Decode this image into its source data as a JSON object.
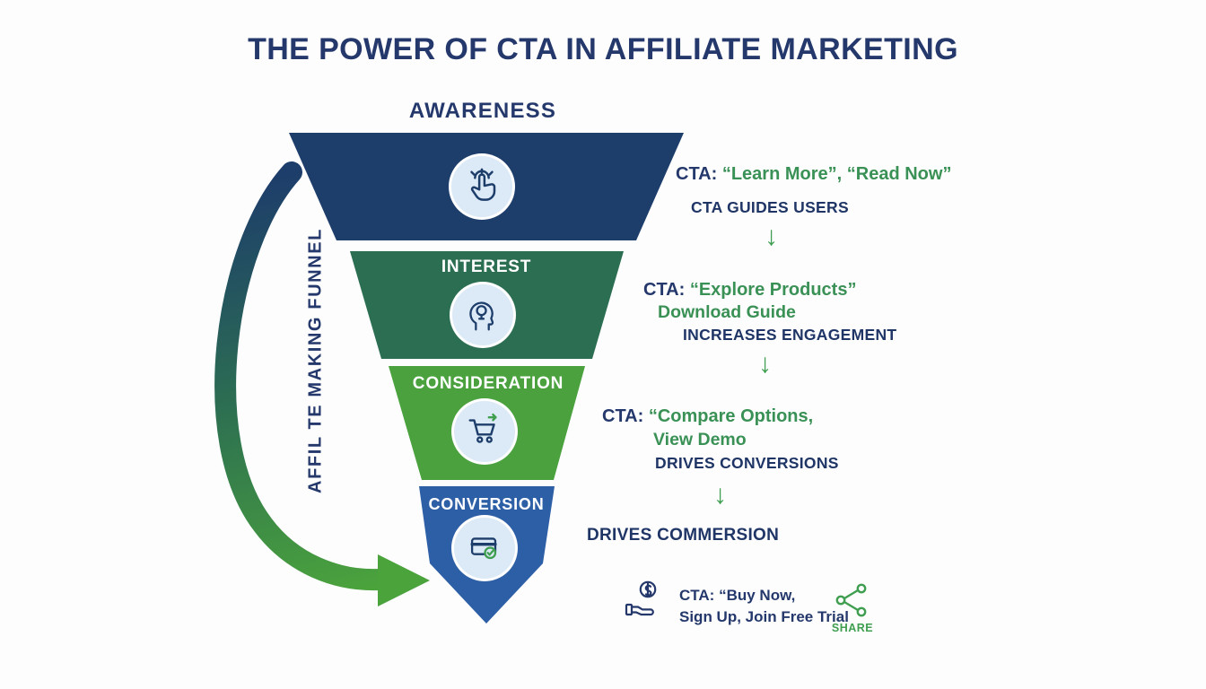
{
  "title": "THE POWER OF CTA IN AFFILIATE MARKETING",
  "funnel": {
    "side_label": "AFFIL TE MAKING FUNNEL",
    "stages": [
      {
        "label": "AWARENESS",
        "color": "#1d3d6b",
        "icon": "tap-click-icon"
      },
      {
        "label": "INTEREST",
        "color": "#2c6e52",
        "icon": "head-idea-icon"
      },
      {
        "label": "CONSIDERATION",
        "color": "#4aa13e",
        "icon": "shopping-cart-icon"
      },
      {
        "label": "CONVERSION",
        "color": "#2d5fa6",
        "icon": "card-check-icon"
      }
    ]
  },
  "flow": {
    "arrow_glyph": "↓",
    "steps": [
      {
        "prefix": "CTA:",
        "highlight": "“Learn More”, “Read Now”",
        "note": "CTA GUIDES USERS"
      },
      {
        "prefix": "CTA:",
        "highlight": "“Explore Products”",
        "highlight2": "Download Guide",
        "note": "INCREASES ENGAGEMENT"
      },
      {
        "prefix": "CTA:",
        "highlight": "“Compare Options,",
        "highlight2": "View Demo",
        "note": "DRIVES CONVERSIONS"
      },
      {
        "note": "DRIVES COMMERSION"
      }
    ],
    "bottom": {
      "prefix": "CTA:",
      "line1": "“Buy Now,",
      "line2": "Sign Up, Join Free Trial",
      "share_label": "SHARE"
    }
  },
  "icons": {
    "flow_arrow": "funnel-flow-arrow",
    "hand_coin": "hand-coin-icon",
    "share": "share-network-icon"
  },
  "colors": {
    "navy_text": "#24386b",
    "green_text": "#3a9155",
    "arrow_green": "#4ba33c",
    "icon_circle_bg": "#dce9f6"
  }
}
